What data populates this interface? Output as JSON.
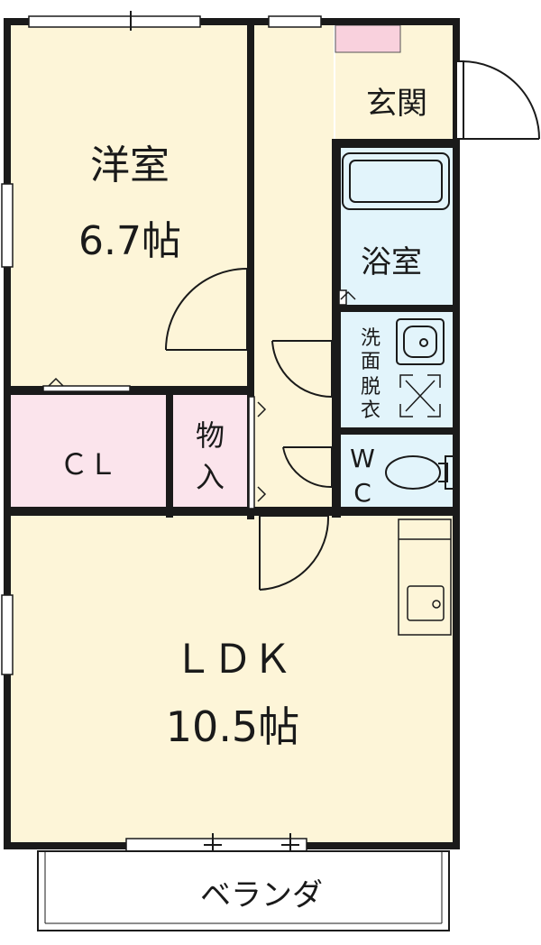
{
  "rooms": {
    "western_room": {
      "name": "洋室",
      "size": "6.7帖"
    },
    "entrance": {
      "name": "玄関"
    },
    "bathroom": {
      "name": "浴室"
    },
    "washroom": {
      "chars": [
        "洗",
        "面",
        "脱",
        "衣"
      ]
    },
    "toilet": {
      "chars": [
        "W",
        "C"
      ]
    },
    "closet": {
      "name": "ＣＬ"
    },
    "storage": {
      "chars": [
        "物",
        "入"
      ]
    },
    "ldk": {
      "name": "ＬＤＫ",
      "size": "10.5帖"
    },
    "veranda": {
      "name": "ベランダ"
    }
  },
  "colors": {
    "wall": "#1a1a1a",
    "floor": "#fdf5d8",
    "closet": "#fbe4ec",
    "wet_area": "#e2f4fb",
    "genkan_mat": "#f9d1dd"
  }
}
